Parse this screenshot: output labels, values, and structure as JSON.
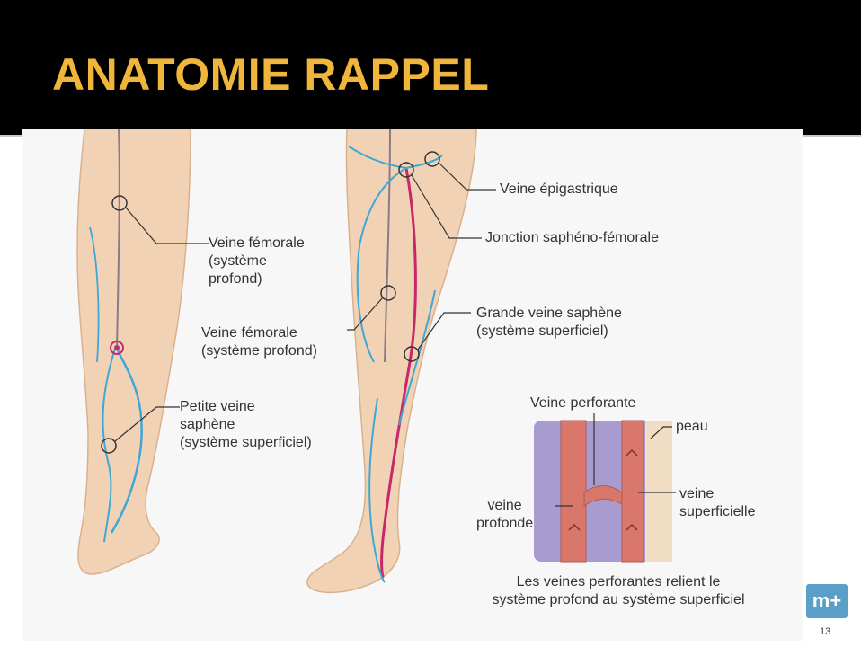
{
  "slide": {
    "title": "ANATOMIE RAPPEL",
    "page_number": "13",
    "logo_text": "m+"
  },
  "labels": {
    "veine_femorale_posterior": "Veine fémorale\n(système\nprofond)",
    "petite_veine_saphene": "Petite veine\nsaphène\n(système superficiel)",
    "veine_epigastrique": "Veine épigastrique",
    "jonction": "Jonction saphéno-fémorale",
    "veine_femorale_anterior": "Veine fémorale\n(système profond)",
    "grande_veine_saphene": "Grande veine saphène\n(système superficiel)"
  },
  "inset": {
    "veine_perforante": "Veine perforante",
    "peau": "peau",
    "veine_profonde": "veine\nprofonde",
    "veine_superficielle": "veine\nsuperficielle",
    "caption": "Les veines perforantes relient le\nsystème profond au système superficiel"
  },
  "colors": {
    "title": "#f0b63c",
    "skin": "#f2d2b4",
    "vein_superficial": "#3fa7d6",
    "vein_great_saphenous": "#c8286a",
    "vein_deep": "#8a7a8a",
    "inset_deep_tissue": "#a79bd0",
    "inset_vein": "#d9786a"
  }
}
